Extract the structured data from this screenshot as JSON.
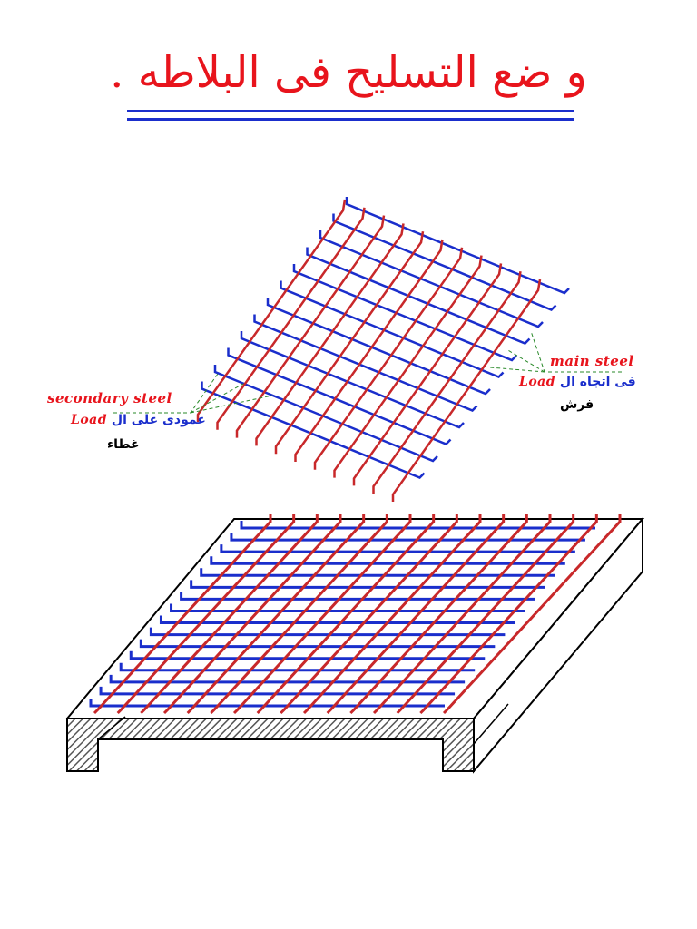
{
  "title": "و ضع التسليح فى البلاطه .",
  "colors": {
    "title": "#e8141c",
    "main_bar": "#1a2ecc",
    "secondary_bar": "#c8282a",
    "label_red": "#e8141c",
    "label_blue": "#1a2ecc",
    "leader": "#2a8a2a",
    "slab_outline": "#000000",
    "slab_hatch": "#555555"
  },
  "mesh_top": {
    "labels": {
      "secondary_steel": "secondary steel",
      "secondary_dir_prefix": "عمودى على ال",
      "secondary_dir_load": "Load",
      "secondary_role": "غطاء",
      "main_steel": "main steel",
      "main_dir_prefix": "فى اتجاه ال",
      "main_dir_load": "Load",
      "main_role": "فرش"
    }
  }
}
